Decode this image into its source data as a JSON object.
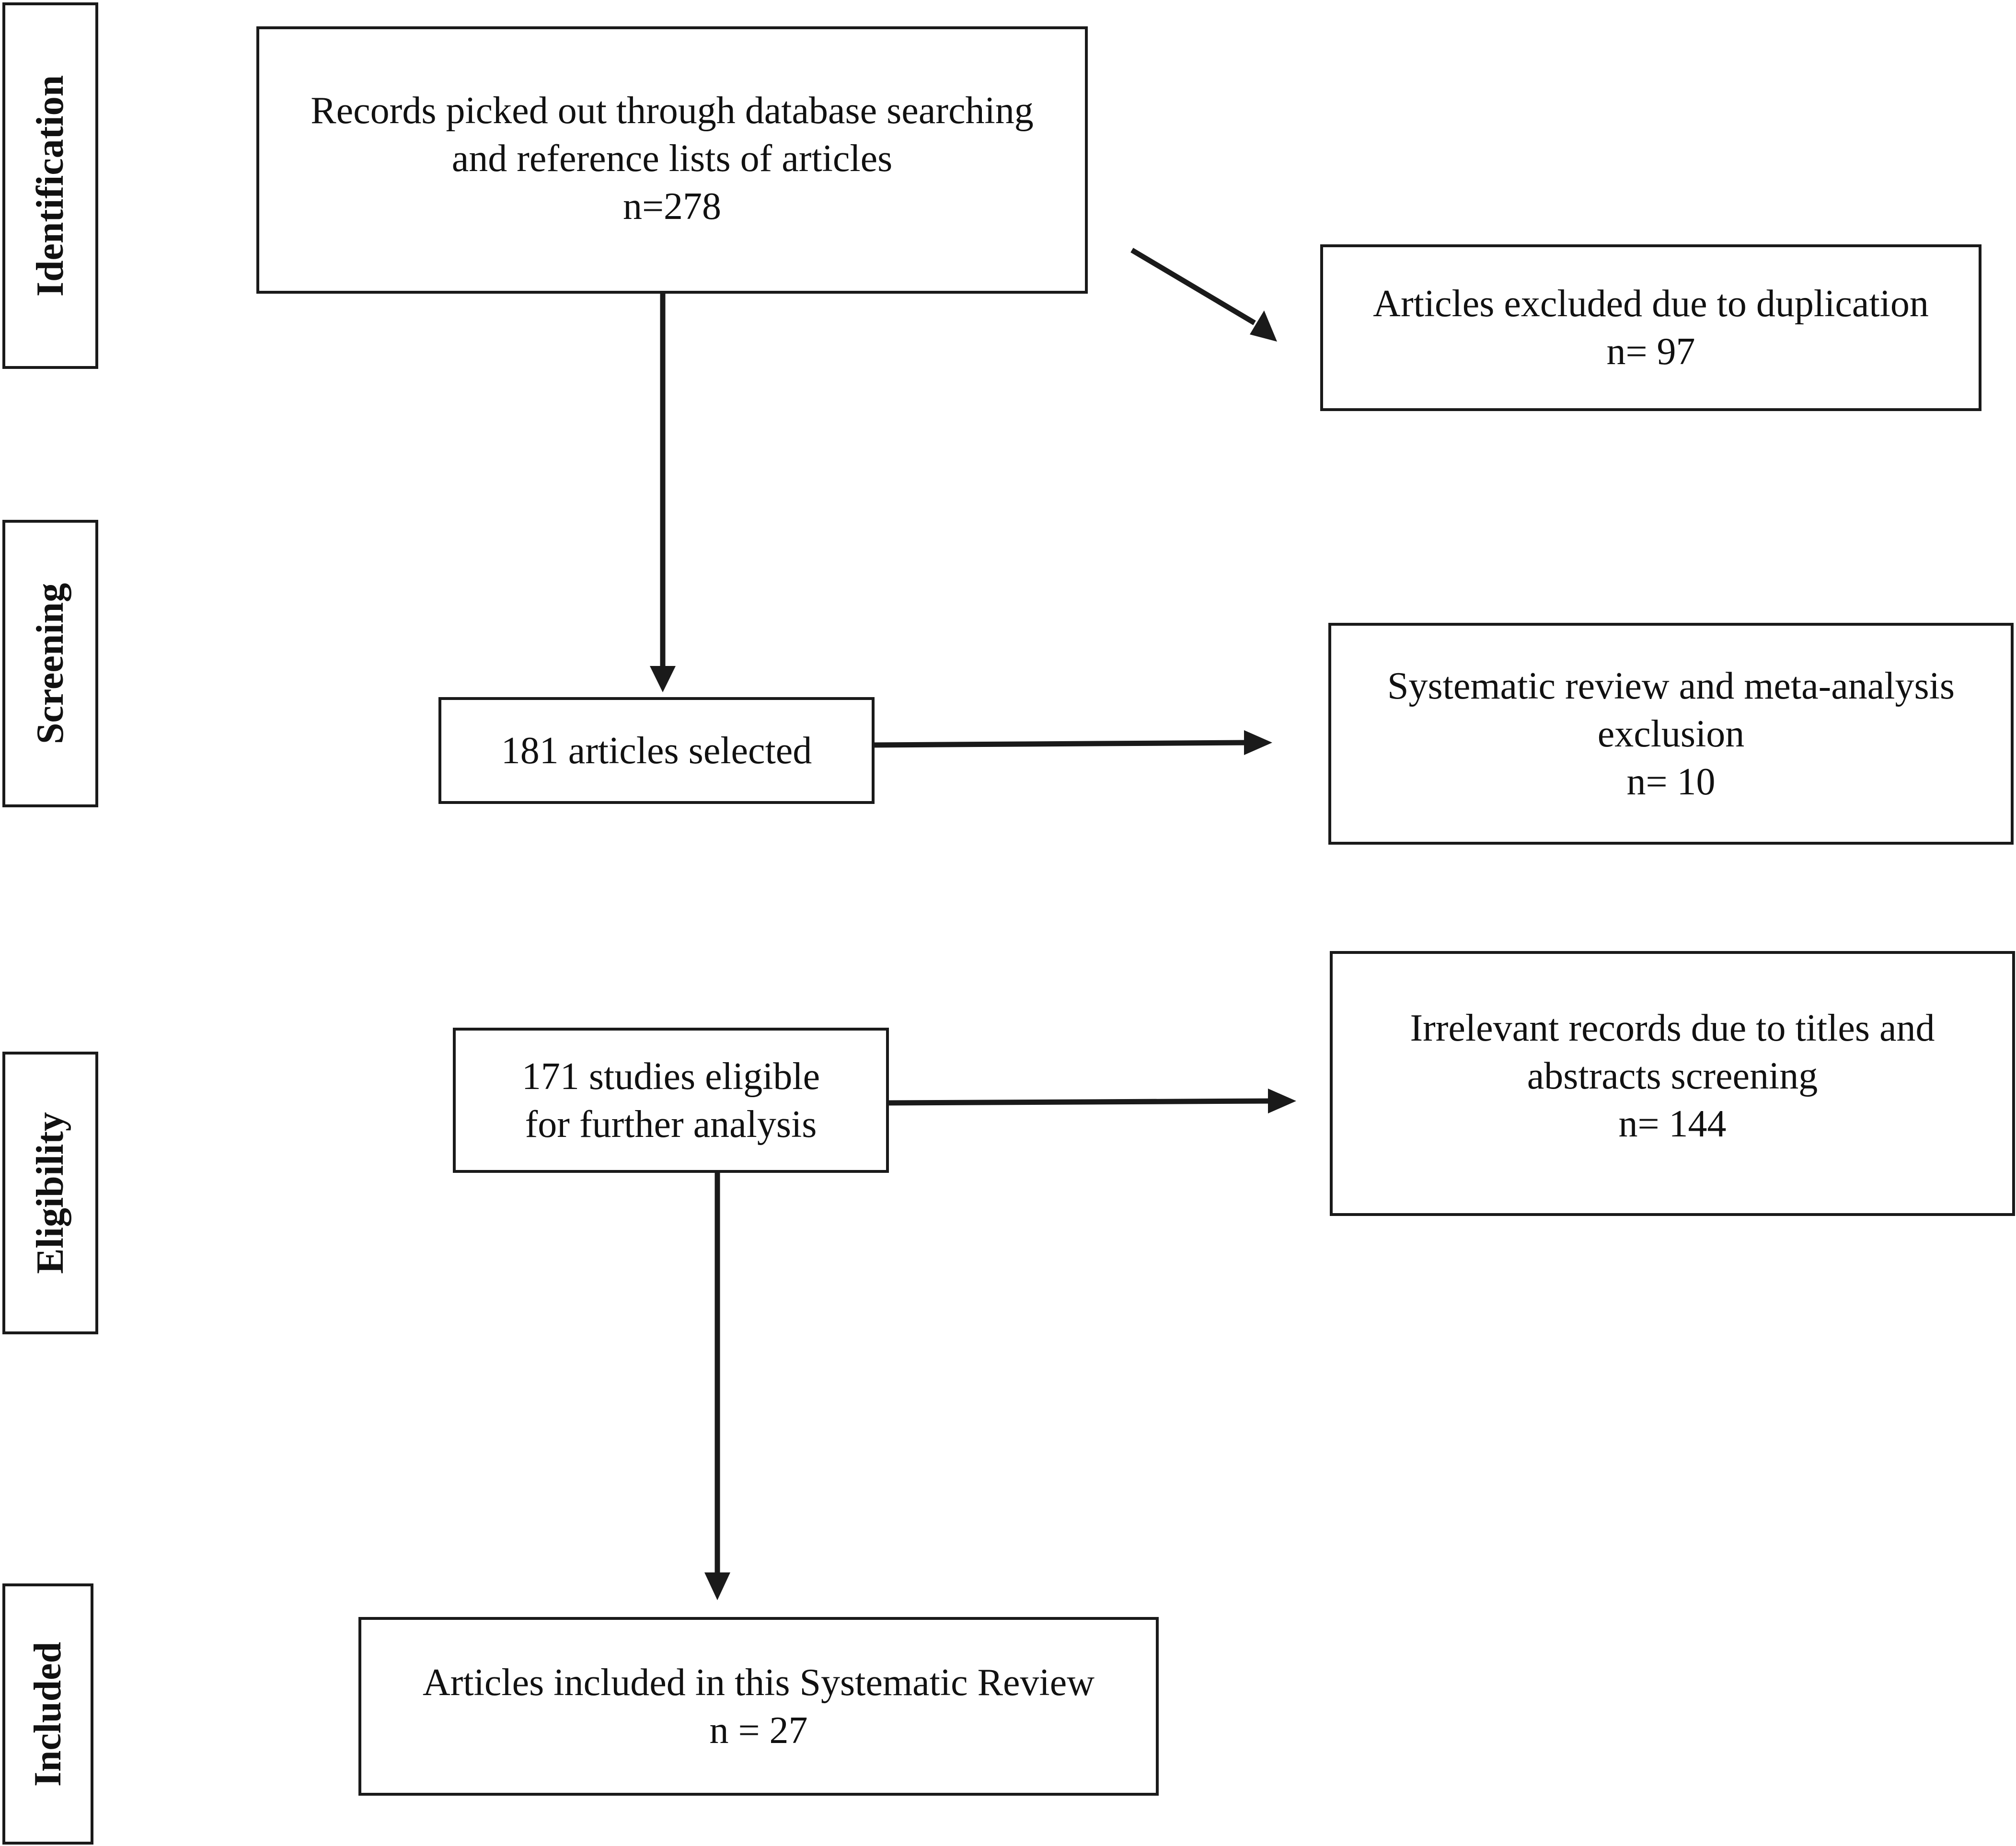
{
  "stages": {
    "identification": "Identification",
    "screening": "Screening",
    "eligibility": "Eligibility",
    "included": "Included"
  },
  "boxes": {
    "records": {
      "line1": "Records picked out through database searching",
      "line2": "and reference lists of articles",
      "line3": "n=278"
    },
    "duplicates": {
      "line1": "Articles excluded due to duplication",
      "line2": "n= 97"
    },
    "selected": {
      "line1": "181 articles selected"
    },
    "meta_exclusion": {
      "line1": "Systematic review and meta-analysis",
      "line2": "exclusion",
      "line3": "n= 10"
    },
    "eligible": {
      "line1": "171 studies eligible",
      "line2": "for further analysis"
    },
    "irrelevant": {
      "line1": "Irrelevant records due to titles and",
      "line2": "abstracts screening",
      "line3": "n= 144"
    },
    "included": {
      "line1": "Articles included in this Systematic Review",
      "line2": "n = 27"
    }
  },
  "colors": {
    "stroke": "#1a1a1a",
    "background": "#ffffff"
  }
}
